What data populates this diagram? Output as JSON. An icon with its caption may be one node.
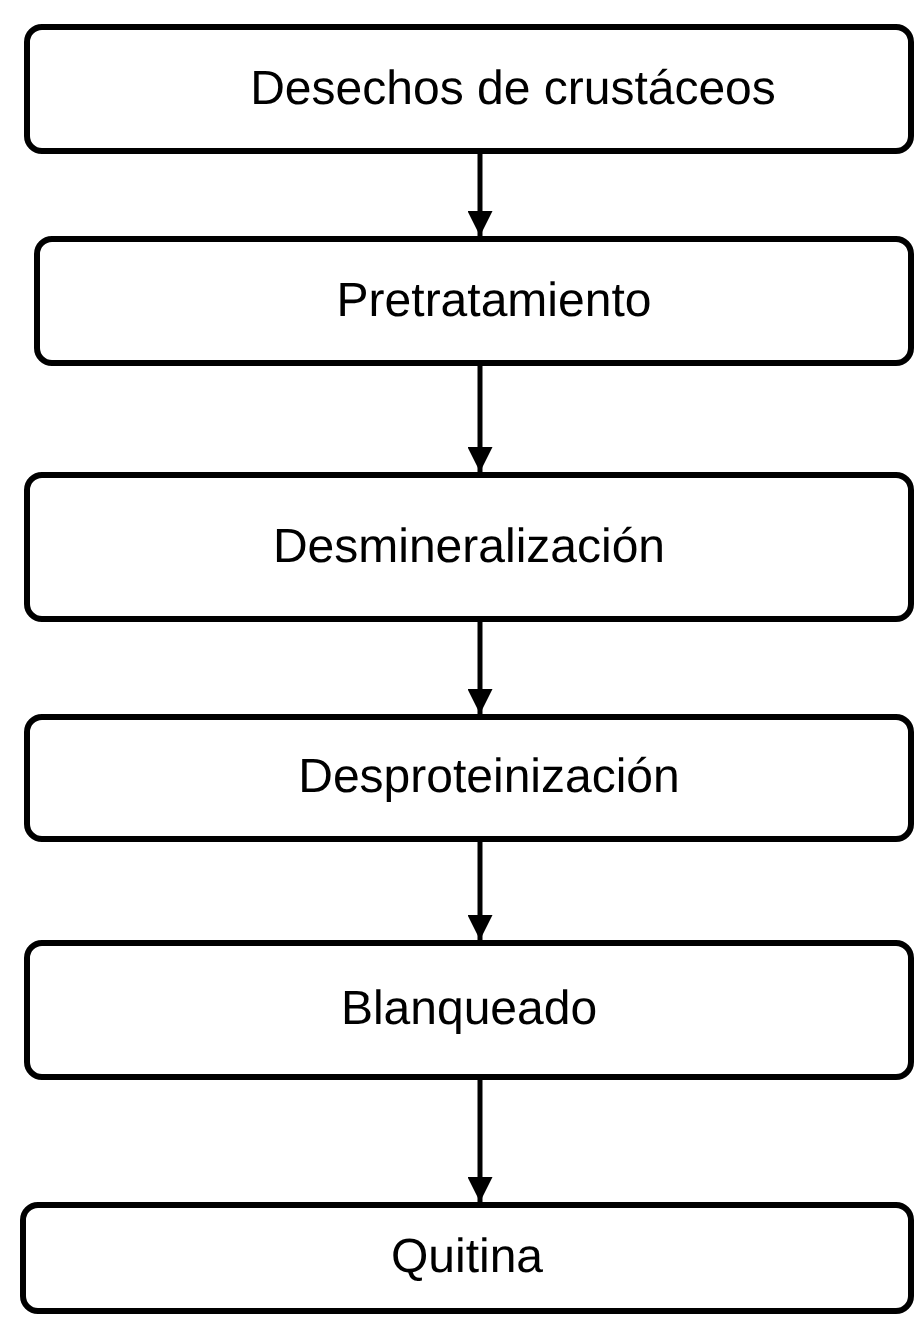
{
  "diagram": {
    "nodes": [
      {
        "text": [
          "Desechos de crustáceos"
        ]
      },
      {
        "text": [
          "Pretratamiento"
        ]
      },
      {
        "text": [
          "Desmineralización"
        ]
      },
      {
        "text": [
          "Desproteinización"
        ]
      },
      {
        "text": [
          "Blanqueado"
        ]
      },
      {
        "text": [
          "Quitina"
        ]
      }
    ],
    "edges": [
      {
        "from": 0,
        "to": 1,
        "arrow": "to"
      },
      {
        "from": 1,
        "to": 2,
        "arrow": "to"
      },
      {
        "from": 2,
        "to": 3,
        "arrow": "to"
      },
      {
        "from": 3,
        "to": 4,
        "arrow": "to"
      },
      {
        "from": 4,
        "to": 5,
        "arrow": "to"
      }
    ]
  }
}
